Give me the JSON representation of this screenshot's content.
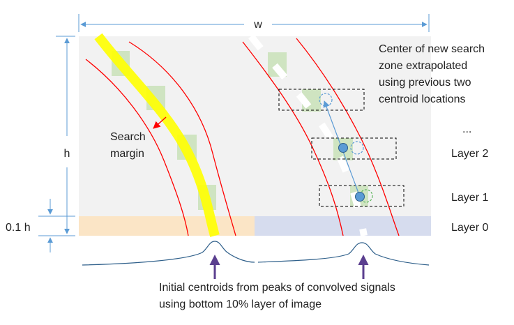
{
  "labels": {
    "width": "w",
    "height": "h",
    "bottom_band": "0.1 h",
    "search_margin_line1": "Search",
    "search_margin_line2": "margin",
    "extrapolation_line1": "Center of new search",
    "extrapolation_line2": "zone extrapolated",
    "extrapolation_line3": "using previous two",
    "extrapolation_line4": "centroid locations",
    "ellipsis": "...",
    "layer2": "Layer 2",
    "layer1": "Layer 1",
    "layer0": "Layer 0",
    "caption_line1": "Initial centroids from peaks of convolved signals",
    "caption_line2": "using bottom 10% layer of image"
  },
  "colors": {
    "image_bg": "#f2f2f2",
    "left_band": "#fbe5c6",
    "right_band": "#d6dcee",
    "lane_yellow": "#ffff00",
    "search_boundary": "#ff0000",
    "window_green": "#c6e0b4",
    "dimension_line": "#5b9bd5",
    "centroid_fill": "#5b9bd5",
    "signal_line": "#2e5f8a",
    "peak_arrow": "#5b3f8f",
    "text": "#222222"
  },
  "icons": {
    "margin_arrow": "red-arrow-icon",
    "peak_arrow": "up-arrow-icon",
    "predicted_centroid": "dashed-circle-icon",
    "centroid": "filled-circle-icon"
  }
}
